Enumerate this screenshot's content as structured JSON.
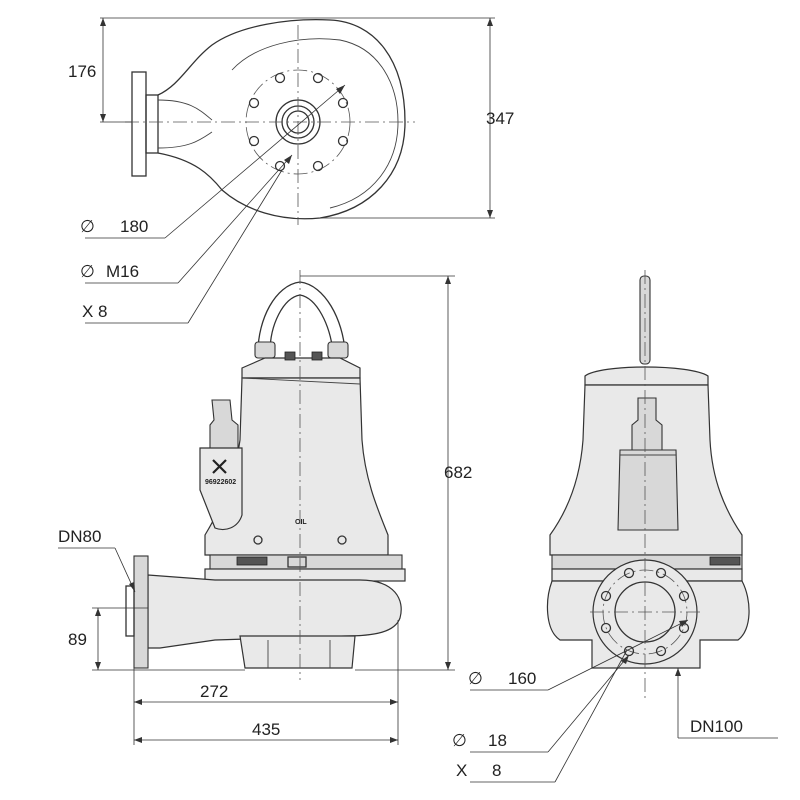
{
  "top_view": {
    "dim_height_176": "176",
    "dim_height_347": "347",
    "bolt_circle_label": "180",
    "thread_label": "M16",
    "bolt_count_label": "X 8",
    "diameter_symbol": "∅"
  },
  "side_view": {
    "outlet_label": "DN80",
    "dim_height_682": "682",
    "dim_height_89": "89",
    "dim_width_272": "272",
    "dim_width_435": "435",
    "oil_label": "OIL",
    "brand_number": "96922602"
  },
  "front_view": {
    "bolt_circle_label": "160",
    "hole_diameter_label": "18",
    "bolt_count_symbol": "X",
    "bolt_count_value": "8",
    "flange_label": "DN100",
    "diameter_symbol": "∅"
  }
}
